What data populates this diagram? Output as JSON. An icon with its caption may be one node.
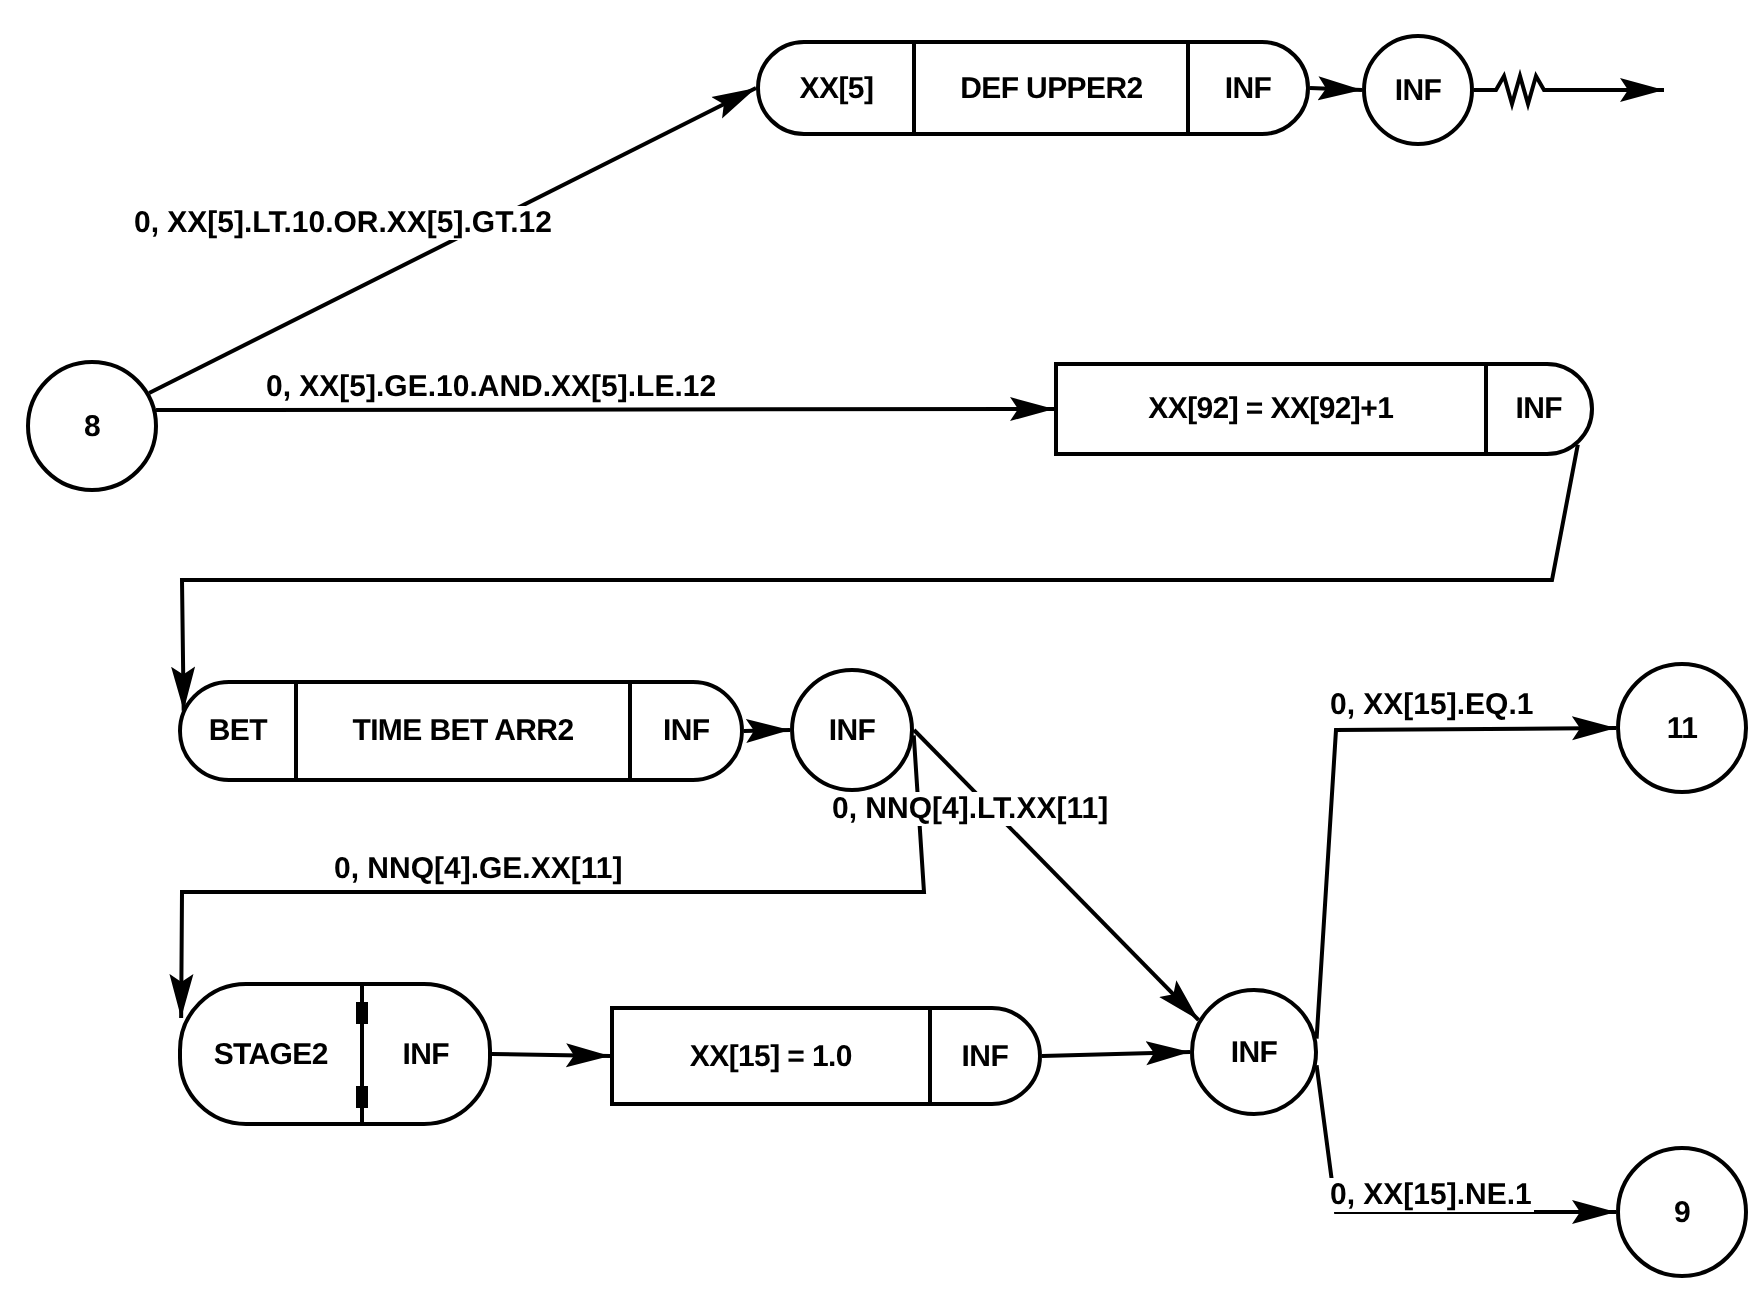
{
  "diagram": {
    "nodes": [
      {
        "text": [
          "8"
        ]
      },
      {
        "text": [
          "XX[5]",
          "DEF UPPER2",
          "INF"
        ]
      },
      {
        "text": [
          "INF"
        ]
      },
      {
        "text": [
          "XX[92] = XX[92]+1",
          "INF"
        ]
      },
      {
        "text": [
          "BET",
          "TIME BET ARR2",
          "INF"
        ]
      },
      {
        "text": [
          "INF"
        ]
      },
      {
        "text": [
          "STAGE2",
          "INF"
        ]
      },
      {
        "text": [
          "XX[15] = 1.0",
          "INF"
        ]
      },
      {
        "text": [
          "INF"
        ]
      },
      {
        "text": [
          "11"
        ]
      },
      {
        "text": [
          "9"
        ]
      }
    ],
    "edges": [
      {
        "from": 0,
        "to": 1,
        "arrow": "to",
        "label": "0, XX[5].LT.10.OR.XX[5].GT.12"
      },
      {
        "from": 0,
        "to": 3,
        "arrow": "to",
        "label": "0, XX[5].GE.10.AND.XX[5].LE.12"
      },
      {
        "from": 1,
        "to": 2,
        "arrow": "to"
      },
      {
        "from": 2,
        "to": null,
        "arrow": "to"
      },
      {
        "from": 3,
        "to": 4,
        "arrow": "to"
      },
      {
        "from": 4,
        "to": 5,
        "arrow": "to"
      },
      {
        "from": 5,
        "to": 8,
        "arrow": "to",
        "label": "0, NNQ[4].LT.XX[11]"
      },
      {
        "from": 5,
        "to": 6,
        "arrow": "to",
        "label": "0, NNQ[4].GE.XX[11]"
      },
      {
        "from": 6,
        "to": 7,
        "arrow": "to"
      },
      {
        "from": 7,
        "to": 8,
        "arrow": "to"
      },
      {
        "from": 8,
        "to": 9,
        "arrow": "to",
        "label": "0, XX[15].EQ.1"
      },
      {
        "from": 8,
        "to": 10,
        "arrow": "to",
        "label": "0, XX[15].NE.1"
      }
    ]
  }
}
